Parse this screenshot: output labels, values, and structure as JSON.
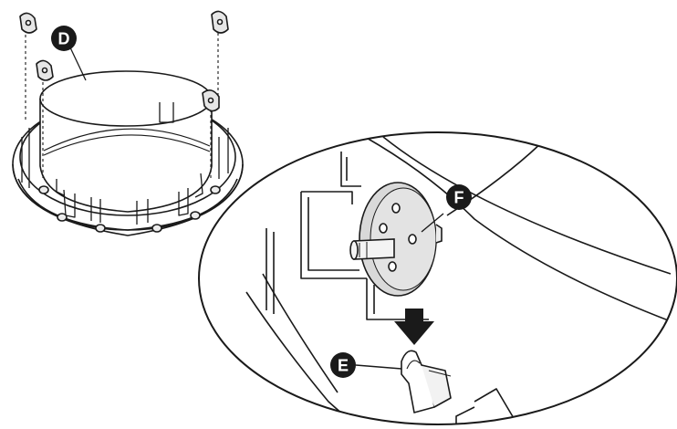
{
  "callouts": {
    "d": {
      "letter": "D",
      "color": "#1a1a1a",
      "text_color": "#ffffff"
    },
    "e": {
      "letter": "E",
      "color": "#1a1a1a",
      "text_color": "#ffffff"
    },
    "f": {
      "letter": "F",
      "color": "#1a1a1a",
      "text_color": "#ffffff"
    }
  },
  "colors": {
    "line": "#1a1a1a",
    "part_fill": "#ececec",
    "flange_fill": "#d9d9d9",
    "background": "#ffffff"
  },
  "icons": {
    "arrow": "down-arrow-icon"
  }
}
